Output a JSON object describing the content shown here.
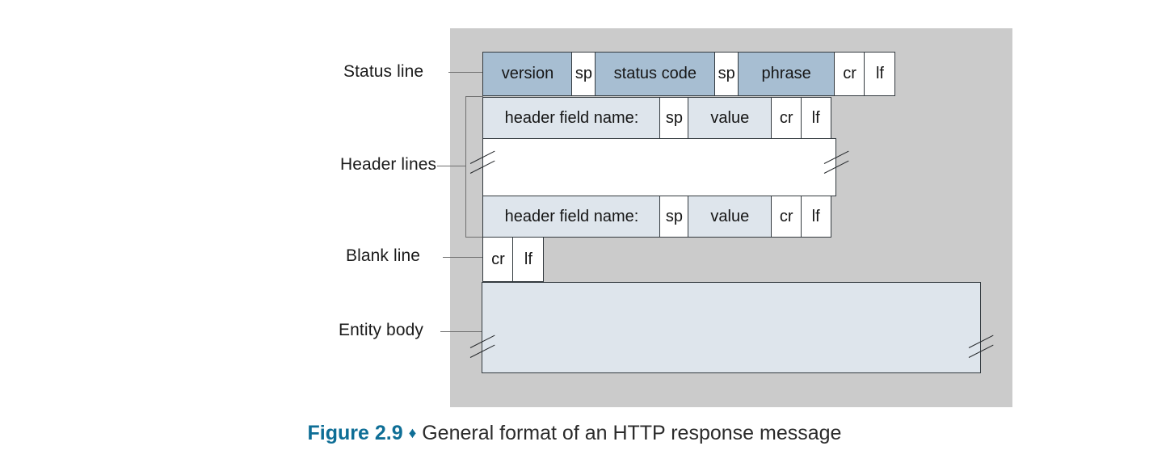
{
  "figure": {
    "number_label": "Figure 2.9",
    "diamond": "♦",
    "caption_text": "General format of an HTTP response message",
    "accent_color": "#0e6e96",
    "panel_color": "#cbcbcb",
    "fill_dark": "#a7bed2",
    "fill_light": "#dee5ec",
    "fill_white": "#ffffff",
    "stroke_color": "#333a3f"
  },
  "labels": {
    "status_line": "Status line",
    "header_lines": "Header lines",
    "blank_line": "Blank line",
    "entity_body": "Entity body"
  },
  "rows": {
    "status_line": {
      "cells": [
        {
          "text": "version",
          "fill": "dark"
        },
        {
          "text": "sp",
          "fill": "white"
        },
        {
          "text": "status code",
          "fill": "dark"
        },
        {
          "text": "sp",
          "fill": "white"
        },
        {
          "text": "phrase",
          "fill": "dark"
        },
        {
          "text": "cr",
          "fill": "white"
        },
        {
          "text": "lf",
          "fill": "white"
        }
      ]
    },
    "header_line_first": {
      "cells": [
        {
          "text": "header field name:",
          "fill": "light"
        },
        {
          "text": "sp",
          "fill": "white"
        },
        {
          "text": "value",
          "fill": "light"
        },
        {
          "text": "cr",
          "fill": "white"
        },
        {
          "text": "lf",
          "fill": "white"
        }
      ]
    },
    "header_line_last": {
      "cells": [
        {
          "text": "header field name:",
          "fill": "light"
        },
        {
          "text": "sp",
          "fill": "white"
        },
        {
          "text": "value",
          "fill": "light"
        },
        {
          "text": "cr",
          "fill": "white"
        },
        {
          "text": "lf",
          "fill": "white"
        }
      ]
    },
    "blank_line": {
      "cells": [
        {
          "text": "cr",
          "fill": "white"
        },
        {
          "text": "lf",
          "fill": "white"
        }
      ]
    },
    "entity_body": {
      "text": ""
    },
    "continuation_gap": {
      "text": ""
    }
  }
}
